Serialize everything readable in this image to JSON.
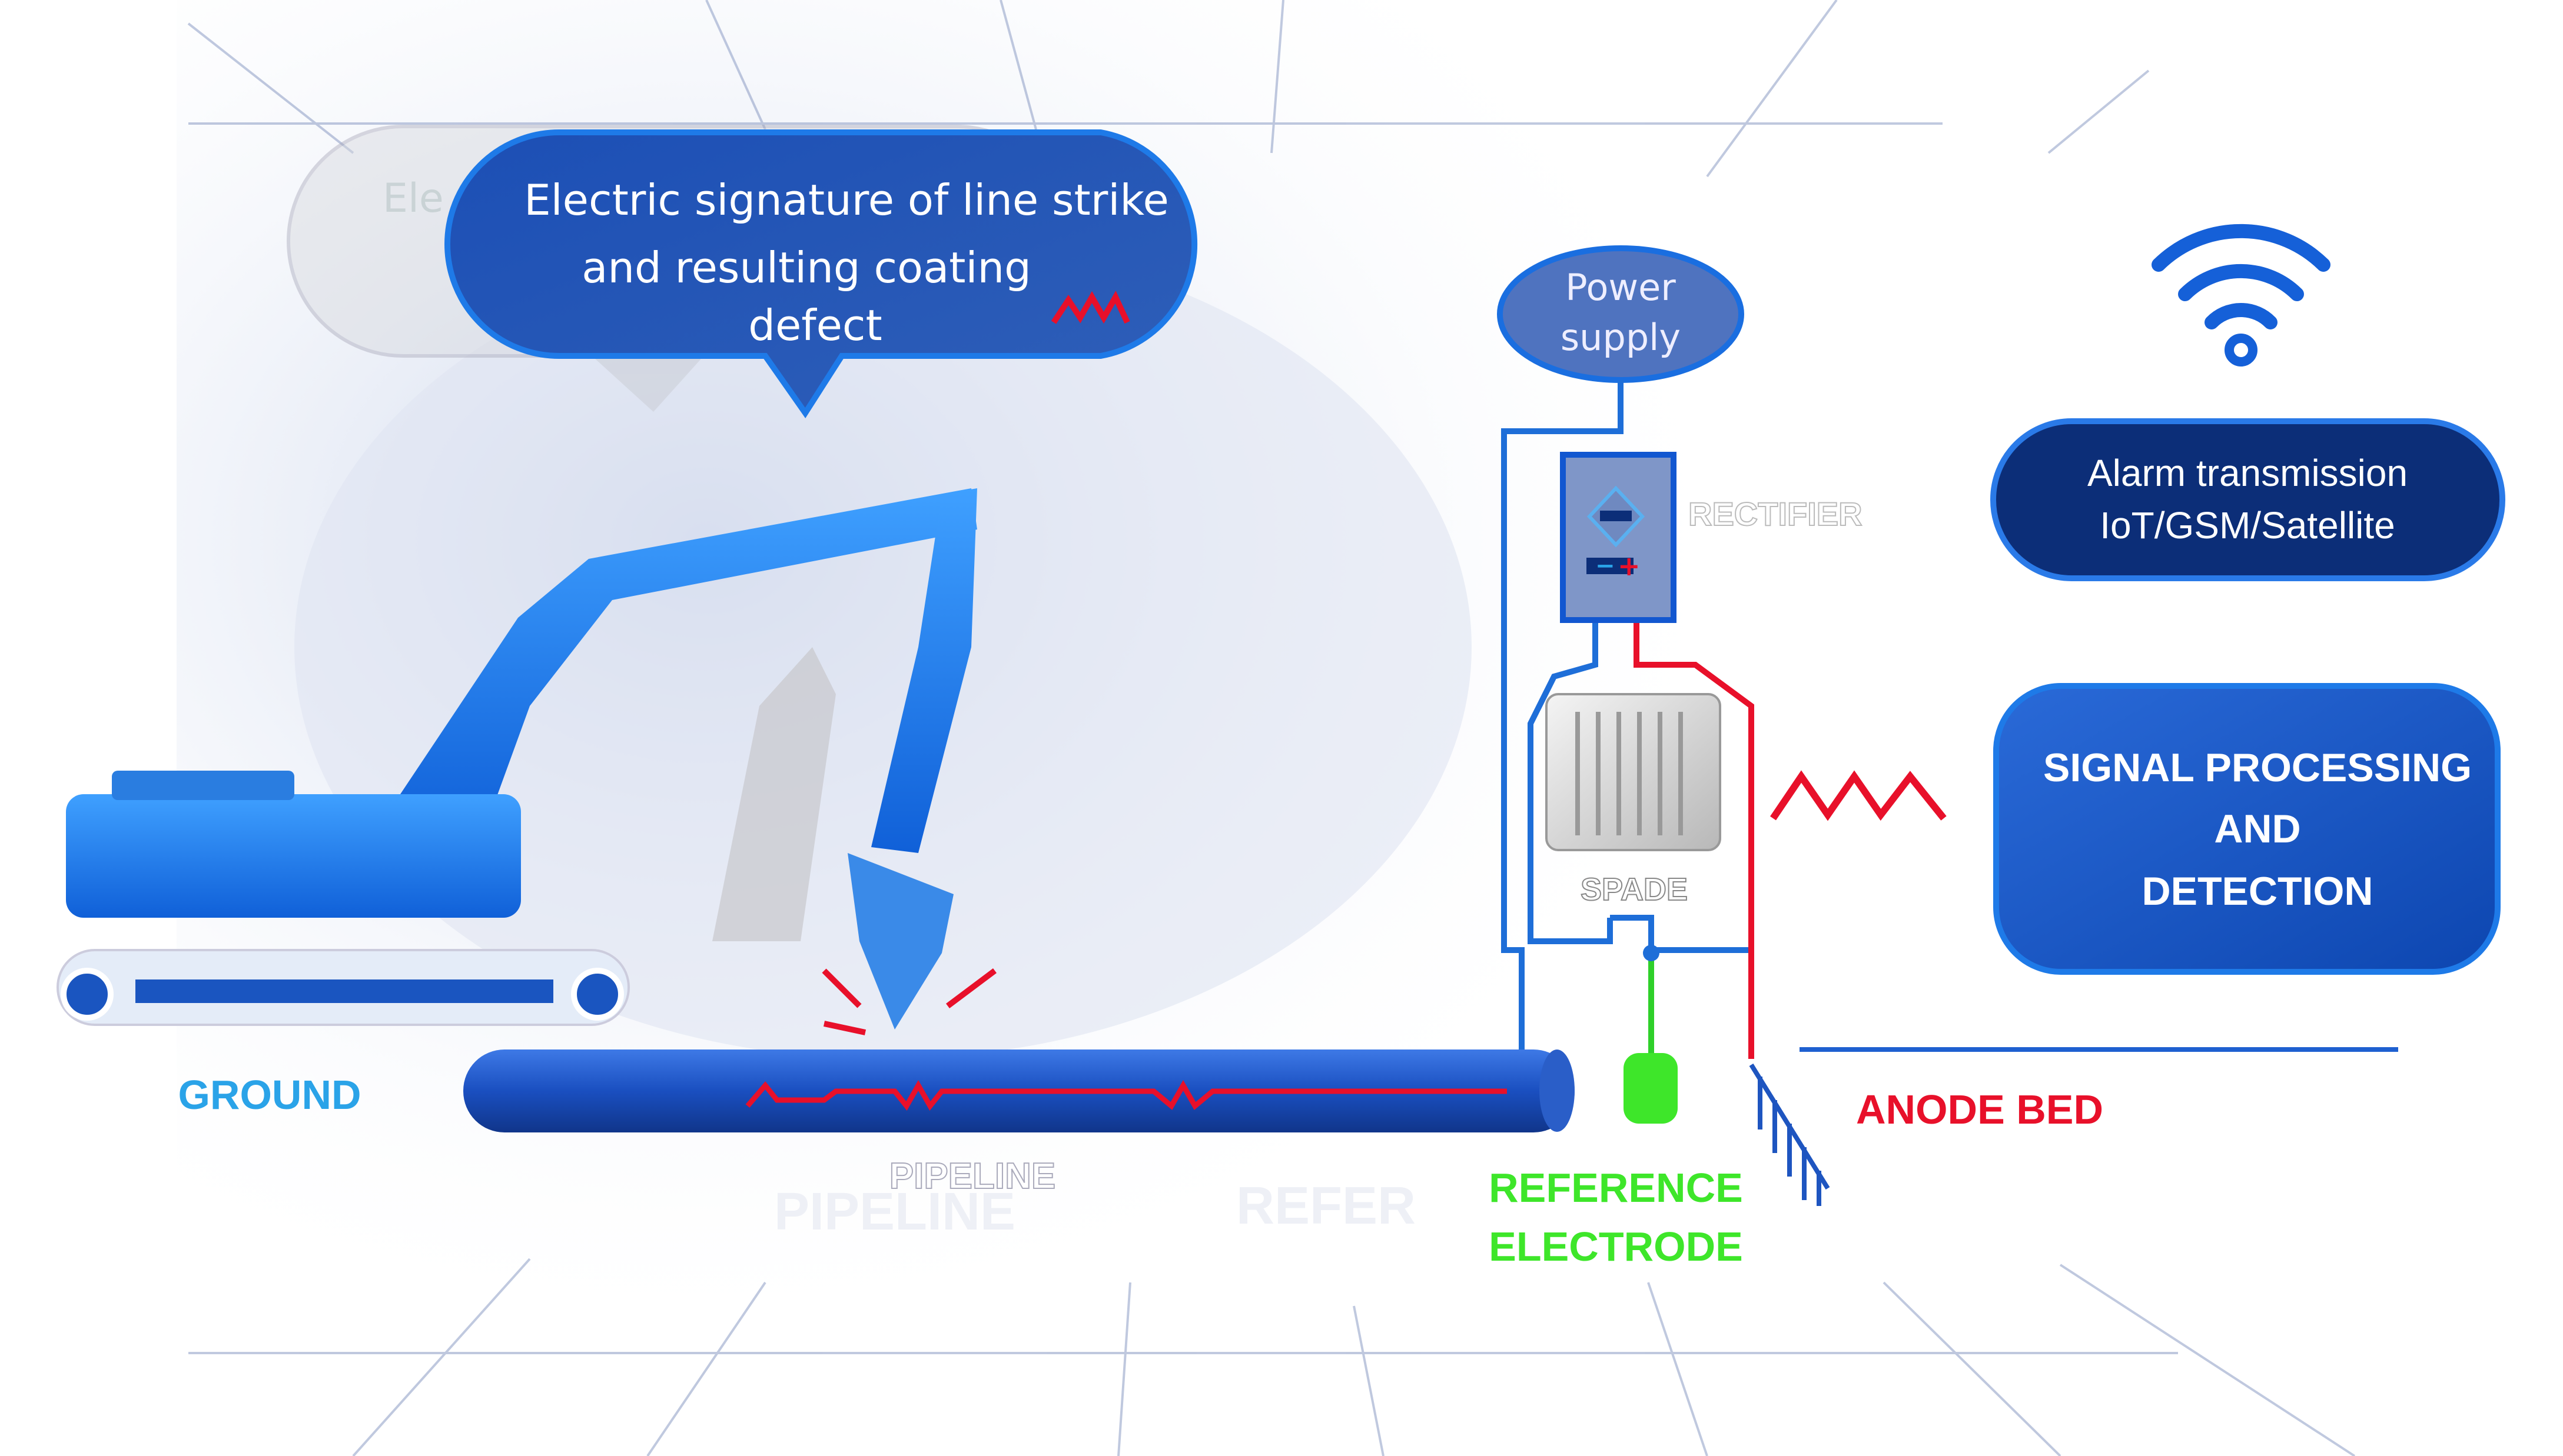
{
  "callout": {
    "lines": [
      "Electric signature of line strike",
      "and resulting coating",
      "defect"
    ],
    "ghost_text": "Ele"
  },
  "power_supply": {
    "lines": [
      "Power",
      "supply"
    ]
  },
  "rectifier": {
    "label": "RECTIFIER",
    "minus": "−",
    "plus": "+"
  },
  "spade": {
    "label": "SPADE"
  },
  "alarm": {
    "lines": [
      "Alarm transmission",
      "IoT/GSM/Satellite"
    ]
  },
  "signal": {
    "lines": [
      "SIGNAL PROCESSING",
      "AND",
      "DETECTION"
    ]
  },
  "labels": {
    "ground": "GROUND",
    "pipeline": "PIPELINE",
    "pipeline_reflection": "PIPELINE",
    "reference_electrode": [
      "REFERENCE",
      "ELECTRODE"
    ],
    "reference_reflection": "REFER",
    "anode_bed": "ANODE BED"
  },
  "colors": {
    "primary_blue": "#1450b0",
    "dark_blue": "#0c2e78",
    "light_blue": "#2aa3e8",
    "red": "#e8102a",
    "green": "#3ee62a"
  },
  "icons": [
    "wifi-icon",
    "excavator-illustration",
    "rectifier-symbol-icon",
    "radiator-icon",
    "signal-wave-icon"
  ]
}
